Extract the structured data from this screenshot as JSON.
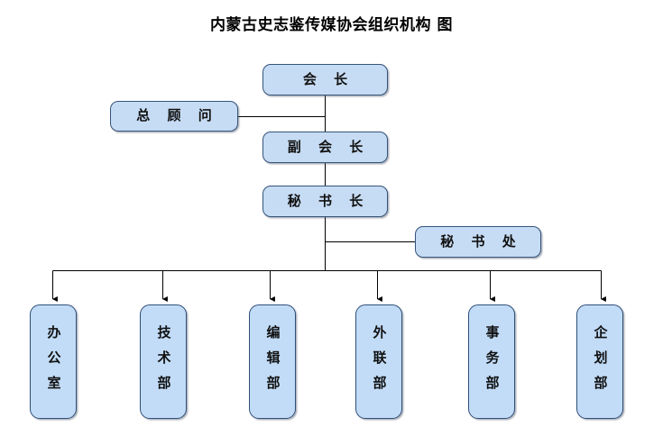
{
  "title": "内蒙古史志鉴传媒协会组织机构 图",
  "colors": {
    "box_fill_upper": "#c6dcf4",
    "box_fill_department": "#c2dcf8",
    "box_border": "#36537a",
    "connector_line": "#000000",
    "background": "#ffffff",
    "text": "#111111"
  },
  "nodes": {
    "president": {
      "label": "会 长",
      "level": "top"
    },
    "advisor": {
      "label": "总 顾 问",
      "level": "staff"
    },
    "vice_president": {
      "label": "副 会 长",
      "level": "second"
    },
    "secretary_general": {
      "label": "秘 书 长",
      "level": "third"
    },
    "secretariat": {
      "label": "秘 书 处",
      "level": "staff"
    }
  },
  "departments": [
    {
      "label": "办公室"
    },
    {
      "label": "技术部"
    },
    {
      "label": "编辑部"
    },
    {
      "label": "外联部"
    },
    {
      "label": "事务部"
    },
    {
      "label": "企划部"
    }
  ],
  "chart_data": {
    "type": "diagram",
    "diagram_type": "organizational-chart",
    "title": "内蒙古史志鉴传媒协会组织机构 图",
    "orientation": "top-down",
    "nodes": [
      {
        "id": "president",
        "label": "会 长",
        "shape": "rounded-rect",
        "text_direction": "horizontal"
      },
      {
        "id": "advisor",
        "label": "总 顾 问",
        "shape": "rounded-rect",
        "text_direction": "horizontal"
      },
      {
        "id": "vice_president",
        "label": "副 会 长",
        "shape": "rounded-rect",
        "text_direction": "horizontal"
      },
      {
        "id": "secretary_general",
        "label": "秘 书 长",
        "shape": "rounded-rect",
        "text_direction": "horizontal"
      },
      {
        "id": "secretariat",
        "label": "秘 书 处",
        "shape": "rounded-rect",
        "text_direction": "horizontal"
      },
      {
        "id": "dept_office",
        "label": "办公室",
        "shape": "rounded-rect",
        "text_direction": "vertical"
      },
      {
        "id": "dept_tech",
        "label": "技术部",
        "shape": "rounded-rect",
        "text_direction": "vertical"
      },
      {
        "id": "dept_editorial",
        "label": "编辑部",
        "shape": "rounded-rect",
        "text_direction": "vertical"
      },
      {
        "id": "dept_liaison",
        "label": "外联部",
        "shape": "rounded-rect",
        "text_direction": "vertical"
      },
      {
        "id": "dept_affairs",
        "label": "事务部",
        "shape": "rounded-rect",
        "text_direction": "vertical"
      },
      {
        "id": "dept_planning",
        "label": "企划部",
        "shape": "rounded-rect",
        "text_direction": "vertical"
      }
    ],
    "edges": [
      {
        "from": "president",
        "to": "vice_president",
        "style": "plain"
      },
      {
        "from": "advisor",
        "to": "president",
        "style": "plain"
      },
      {
        "from": "vice_president",
        "to": "secretary_general",
        "style": "plain"
      },
      {
        "from": "secretariat",
        "to": "secretary_general",
        "style": "plain"
      },
      {
        "from": "secretary_general",
        "to": "dept_office",
        "style": "arrow"
      },
      {
        "from": "secretary_general",
        "to": "dept_tech",
        "style": "arrow"
      },
      {
        "from": "secretary_general",
        "to": "dept_editorial",
        "style": "arrow"
      },
      {
        "from": "secretary_general",
        "to": "dept_liaison",
        "style": "arrow"
      },
      {
        "from": "secretary_general",
        "to": "dept_affairs",
        "style": "arrow"
      },
      {
        "from": "secretary_general",
        "to": "dept_planning",
        "style": "arrow"
      }
    ]
  }
}
